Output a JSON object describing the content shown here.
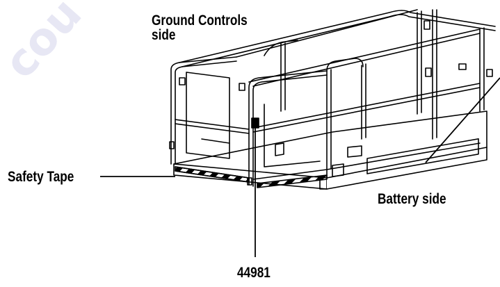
{
  "labels": {
    "ground_controls_line1": "Ground Controls",
    "ground_controls_line2": "side",
    "safety_tape": "Safety Tape",
    "battery_side": "Battery side",
    "part_number": "44981"
  },
  "watermark": {
    "text": "cou",
    "color": "#e7e7f4"
  },
  "colors": {
    "stroke": "#000000",
    "background": "#ffffff"
  }
}
